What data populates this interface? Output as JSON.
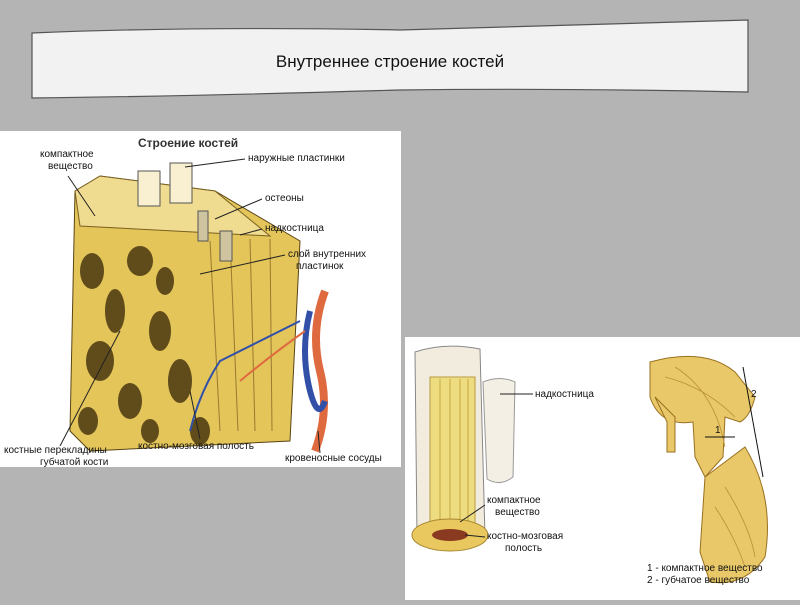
{
  "title": "Внутреннее строение костей",
  "diagram1": {
    "heading": "Строение костей",
    "labels": {
      "compact": [
        "компактное",
        "вещество"
      ],
      "outer": "наружные пластинки",
      "osteons": "остеоны",
      "periosteum": "надкостница",
      "inner": [
        "слой внутренних",
        "пластинок"
      ],
      "trabeculae": [
        "костные перекладины",
        "губчатой кости"
      ],
      "marrow": "костно-мозговая полость",
      "vessels": "кровеносные сосуды"
    }
  },
  "diagram2": {
    "labels": {
      "periosteum": "надкостница",
      "compact": [
        "компактное",
        "вещество"
      ],
      "marrow": [
        "костно-мозговая",
        "полость"
      ],
      "num1": "1",
      "num2": "2",
      "legend1": "1 - компактное вещество",
      "legend2": "2 - губчатое вещество"
    }
  },
  "colors": {
    "bone": "#e8cf6a",
    "dark": "#5a4414",
    "artery": "#e06a40",
    "vein": "#3250a8"
  }
}
